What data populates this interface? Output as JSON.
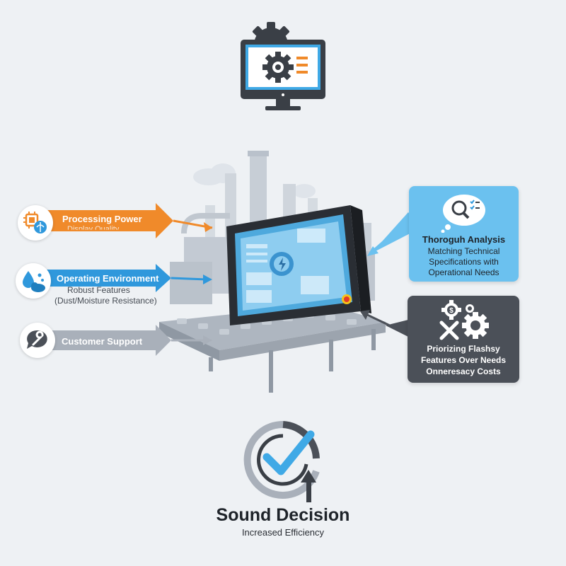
{
  "colors": {
    "orange": "#f08a2a",
    "blue": "#2f98dc",
    "gray": "#a9b0ba",
    "light_blue_card": "#6bc1ef",
    "dark_card": "#4b5058",
    "dark": "#3a3f46"
  },
  "icons": {
    "top": "monitor-gear-icon",
    "processing": "chip-brain-icon",
    "environment": "water-cloud-icon",
    "support": "wrench-chat-icon",
    "analysis": "magnifier-checklist-icon",
    "cost": "dollar-gear-cross-icon",
    "decision": "checkmark-arrow-icon"
  },
  "left_factors": {
    "processing": {
      "label": "Processing Power",
      "sub": "Display Quality"
    },
    "environment": {
      "label": "Operating Environment",
      "sub1": "Robust Features",
      "sub2": "(Dust/Moisture Resistance)"
    },
    "support": {
      "label": "Customer Support"
    }
  },
  "analysis_card": {
    "title": "Thoroguh Analysis",
    "line1": "Matching Technical",
    "line2": "Specifications with",
    "line3": "Operational Needs"
  },
  "pitfall_card": {
    "line1": "Priorizing Flashsy",
    "line2": "Features Over Needs",
    "line3": "Onneresacy Costs"
  },
  "outcome": {
    "title": "Sound Decision",
    "subtitle": "Increased Efficiency"
  }
}
